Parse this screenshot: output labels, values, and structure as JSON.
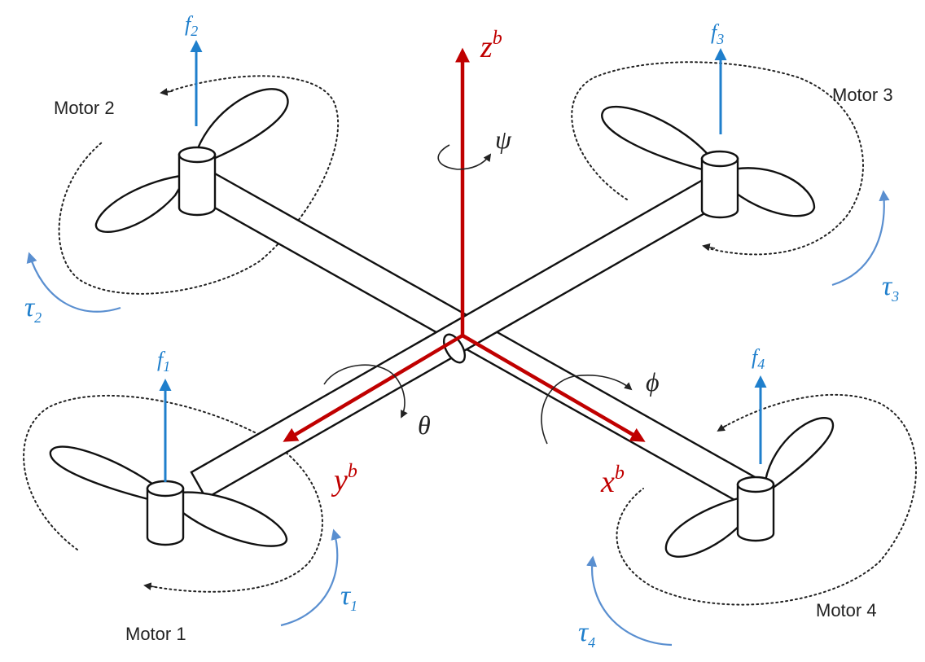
{
  "motors": [
    {
      "label": "Motor 1",
      "force": "f",
      "force_sub": "1",
      "torque": "τ",
      "torque_sub": "1"
    },
    {
      "label": "Motor 2",
      "force": "f",
      "force_sub": "2",
      "torque": "τ",
      "torque_sub": "2"
    },
    {
      "label": "Motor 3",
      "force": "f",
      "force_sub": "3",
      "torque": "τ",
      "torque_sub": "3"
    },
    {
      "label": "Motor 4",
      "force": "f",
      "force_sub": "4",
      "torque": "τ",
      "torque_sub": "4"
    }
  ],
  "axes": {
    "x": {
      "base": "x",
      "sup": "b"
    },
    "y": {
      "base": "y",
      "sup": "b"
    },
    "z": {
      "base": "z",
      "sup": "b"
    }
  },
  "rotations": {
    "roll": "ϕ",
    "pitch": "θ",
    "yaw": "ψ"
  },
  "colors": {
    "body_axis": "#c00000",
    "thrust": "#1f7fcc",
    "torque": "#5a8fd0",
    "outline": "#111111"
  }
}
